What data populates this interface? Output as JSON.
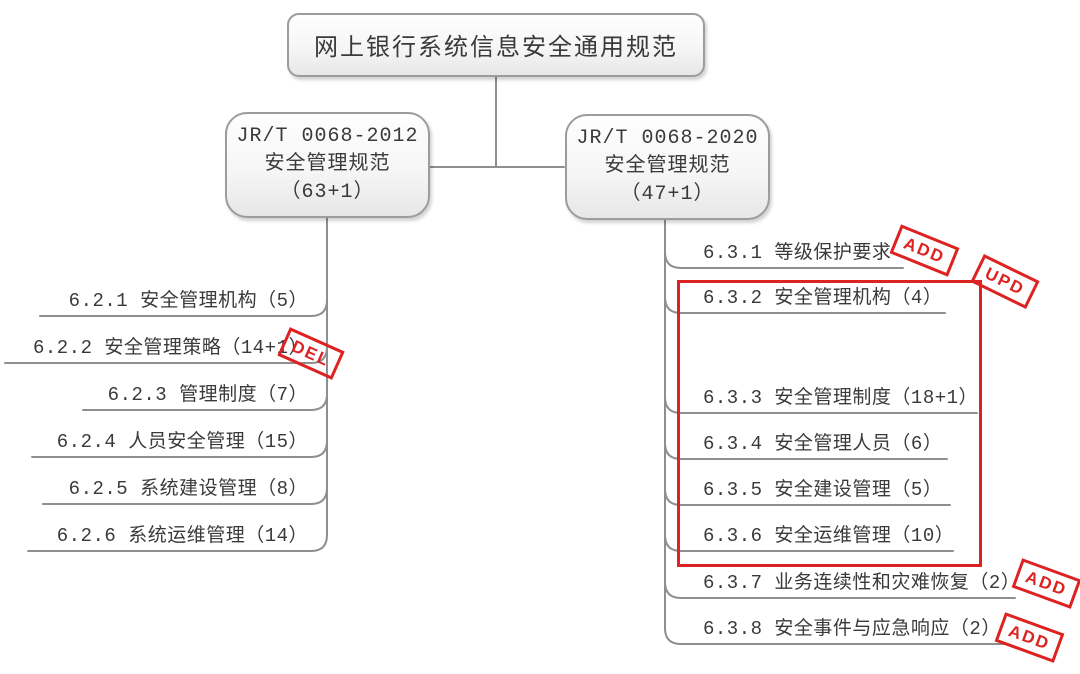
{
  "diagram": {
    "root_title": "网上银行系统信息安全通用规范",
    "left_branch": {
      "title": [
        "JR/T 0068-2012",
        "安全管理规范",
        "（63+1）"
      ],
      "items": [
        "6.2.1 安全管理机构（5）",
        "6.2.2 安全管理策略（14+1）",
        "6.2.3 管理制度（7）",
        "6.2.4 人员安全管理（15）",
        "6.2.5 系统建设管理（8）",
        "6.2.6 系统运维管理（14）"
      ]
    },
    "right_branch": {
      "title": [
        "JR/T 0068-2020",
        "安全管理规范",
        "（47+1）"
      ],
      "items": [
        "6.3.1 等级保护要求",
        "6.3.2 安全管理机构（4）",
        "6.3.3 安全管理制度（18+1）",
        "6.3.4 安全管理人员（6）",
        "6.3.5 安全建设管理（5）",
        "6.3.6 安全运维管理（10）",
        "6.3.7 业务连续性和灾难恢复（2）",
        "6.3.8 安全事件与应急响应（2）"
      ]
    },
    "stamps": {
      "del_622": "DEL",
      "add_631": "ADD",
      "upd_632_636": "UPD",
      "add_637": "ADD",
      "add_638": "ADD"
    },
    "colors": {
      "stamp_red": "#dd2222",
      "highlight_box_red": "#dd2222",
      "line_gray": "#8f8f8f",
      "text_dark": "#3a3a3a"
    }
  }
}
